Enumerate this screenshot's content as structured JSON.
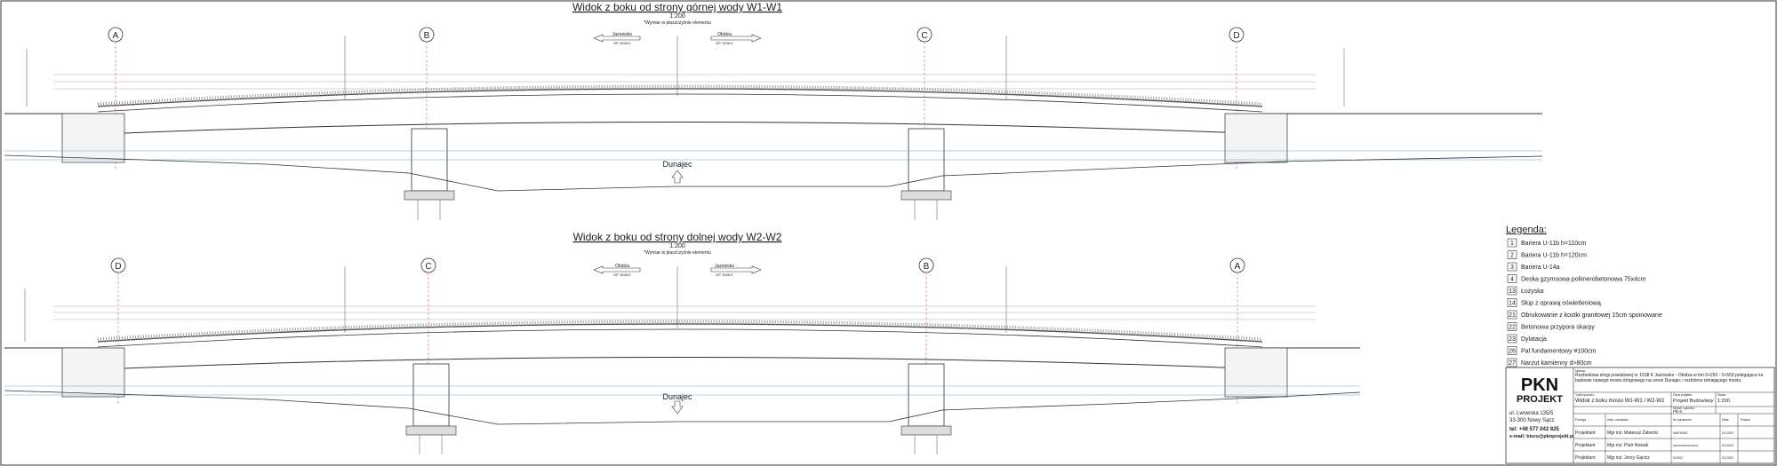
{
  "views": [
    {
      "title": "Widok z boku od strony górnej wody W1-W1",
      "scale": "1:200",
      "note": "*Wymiar w płaszczyźnie elementu",
      "dir_left": {
        "name": "Jazowsko",
        "code": "DP 1538 K"
      },
      "dir_right": {
        "name": "Obidza",
        "code": "DP 1538 K"
      },
      "axes": [
        "A",
        "B",
        "C",
        "D"
      ],
      "river": "Dunajec"
    },
    {
      "title": "Widok z boku od strony dolnej wody W2-W2",
      "scale": "1:200",
      "note": "*Wymiar w płaszczyźnie elementu",
      "dir_left": {
        "name": "Obidza",
        "code": "DP 1538 K"
      },
      "dir_right": {
        "name": "Jazowsko",
        "code": "DP 1538 K"
      },
      "axes": [
        "D",
        "C",
        "B",
        "A"
      ],
      "river": "Dunajec"
    }
  ],
  "legend": {
    "title": "Legenda:",
    "items": [
      {
        "n": "1",
        "text": "Bariera U-11b h=110cm"
      },
      {
        "n": "2",
        "text": "Bariera U-11b h=120cm"
      },
      {
        "n": "3",
        "text": "Bariera U-14a"
      },
      {
        "n": "4",
        "text": "Deska gzymsowa polimerobetonowa 75x4cm"
      },
      {
        "n": "13",
        "text": "Łożyska"
      },
      {
        "n": "14",
        "text": "Słup z oprawą oświetleniową"
      },
      {
        "n": "21",
        "text": "Obrukowanie z kostki granitowej 15cm spoinowane"
      },
      {
        "n": "22",
        "text": "Betonowa przypora skarpy"
      },
      {
        "n": "23",
        "text": "Dylatacja"
      },
      {
        "n": "26",
        "text": "Pal fundamentowy #100cm"
      },
      {
        "n": "27",
        "text": "Narzut kamienny d>80cm"
      }
    ]
  },
  "title_block": {
    "logo_top": "PKN",
    "logo_bottom": "PROJEKT",
    "address1": "ul. Lwowska 135/5",
    "address2": "33-300 Nowy Sącz",
    "phone": "tel: +48 577 042 825",
    "email": "e-mail: biuro@pknprojekt.pl",
    "label_name": "Nazwa:",
    "project_desc": "Rozbudowa drogi powiatowej nr 1538 K Jazowsko - Obidza w km 0+250 - 0+550 polegająca na budowie nowego mostu drogowego na rzece Dunajec i rozbiórce istniejącego mostu",
    "label_drawing": "Tytuł rysunku:",
    "drawing_title": "Widok z boku mostu W1-W1 i W2-W2",
    "label_phase": "Faza projektu:",
    "phase": "Projekt Budowlany",
    "label_number": "Numer rysunku:",
    "number": "PB-5",
    "label_scale": "Skala:",
    "scale": "1:200",
    "head_fn": "Funkcja",
    "head_name": "Imię i nazwisko",
    "head_perm": "Nr uprawnień",
    "head_date": "Data",
    "head_sign": "Podpis",
    "rows": [
      {
        "fn": "Projektant",
        "name": "Mgr inż. Mateusz Żabecki",
        "perm": "MAP/0062",
        "date": "03.2020"
      },
      {
        "fn": "Projektant",
        "name": "Mgr inż. Piotr Nowak",
        "perm": "MAP/0048/PWOM/11",
        "date": "03.2020"
      },
      {
        "fn": "Projektant",
        "name": "Mgr inż. Jerzy Gącicz",
        "perm": "9/2002",
        "date": "03.2020"
      }
    ]
  }
}
